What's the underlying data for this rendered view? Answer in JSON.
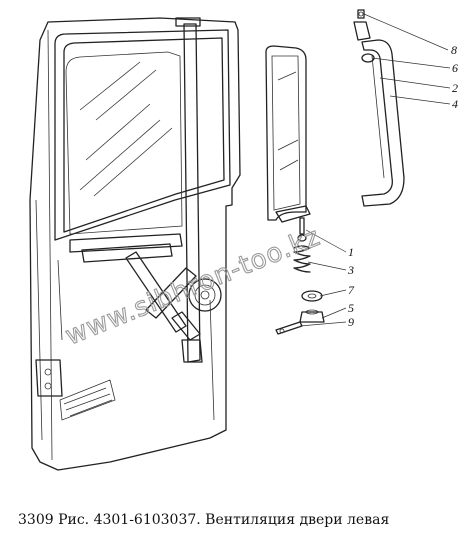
{
  "caption": "3309 Рис. 4301-6103037. Вентиляция двери левая",
  "watermark": "www.sibhron-too.kz",
  "callouts": [
    {
      "id": "8",
      "label": "8"
    },
    {
      "id": "6",
      "label": "6"
    },
    {
      "id": "2",
      "label": "2"
    },
    {
      "id": "4",
      "label": "4"
    },
    {
      "id": "1",
      "label": "1"
    },
    {
      "id": "3",
      "label": "3"
    },
    {
      "id": "7",
      "label": "7"
    },
    {
      "id": "5",
      "label": "5"
    },
    {
      "id": "9",
      "label": "9"
    }
  ],
  "colors": {
    "line": "#222222",
    "watermark": "#9a9a9a",
    "background": "#ffffff"
  }
}
